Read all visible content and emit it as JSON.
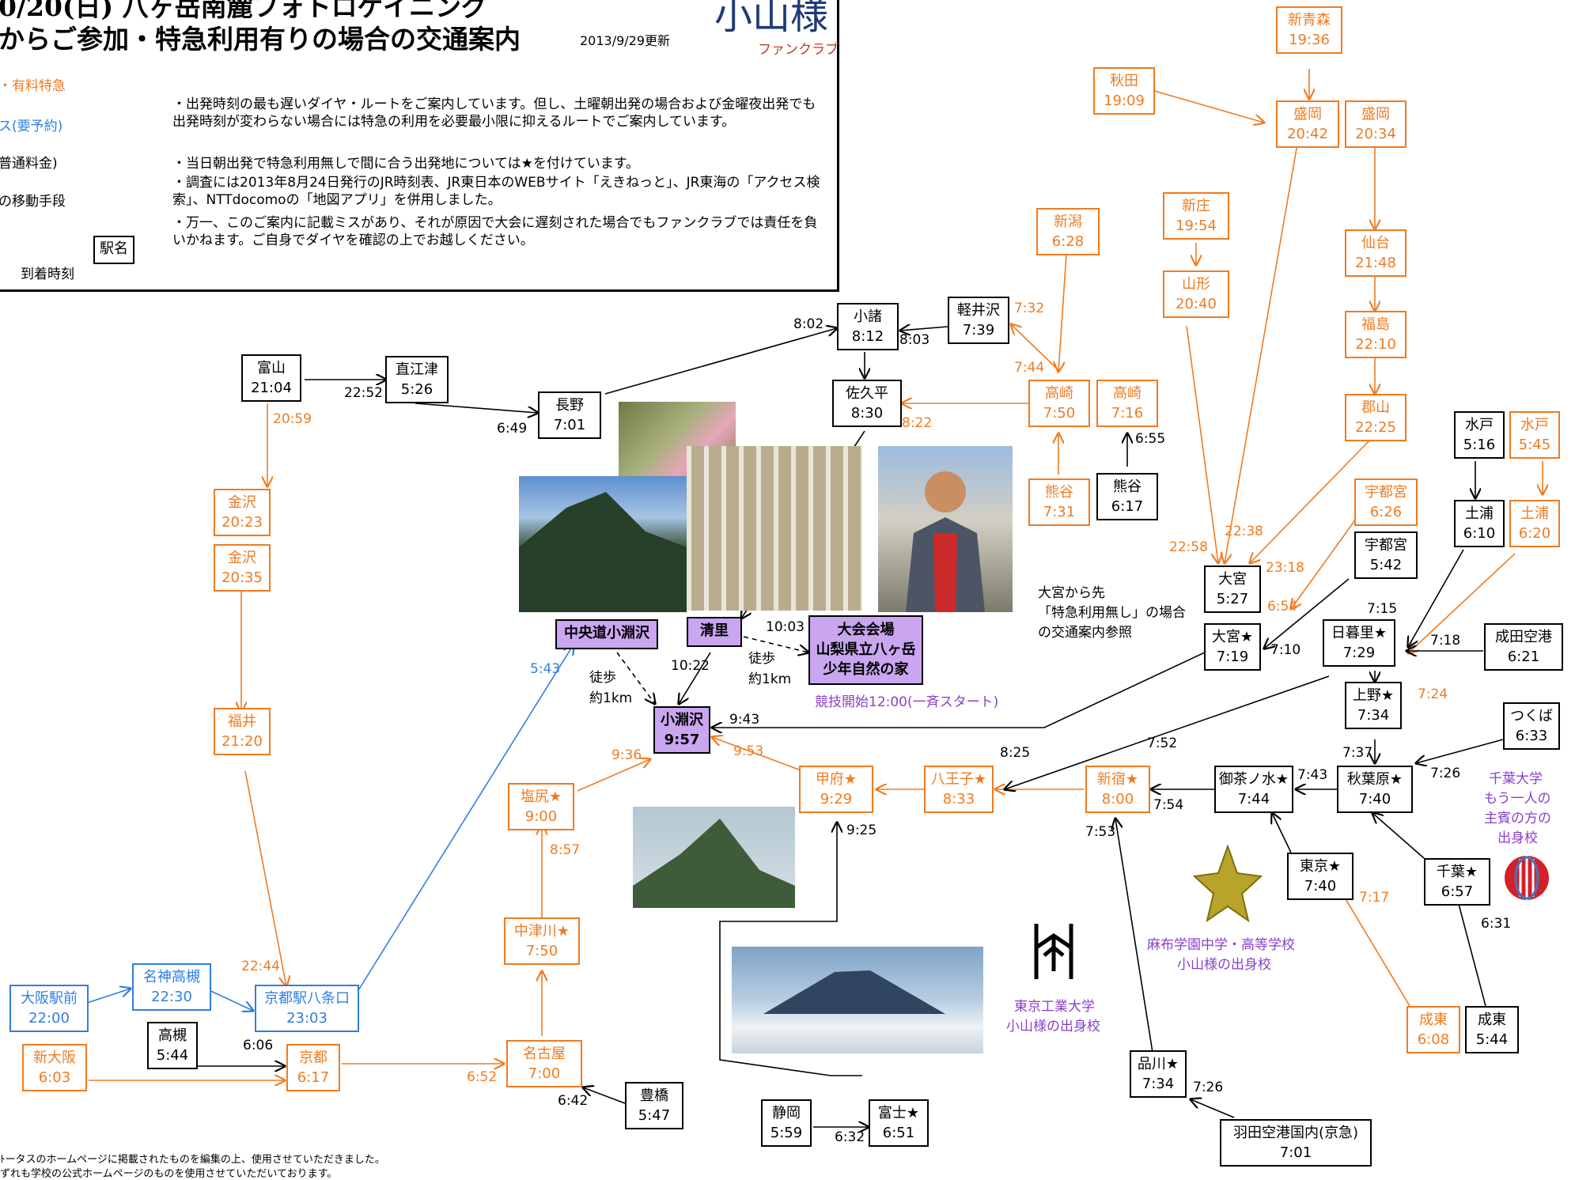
{
  "header": {
    "title_line1": "0/20(日) 八ヶ岳南麓フォトロゲイニング",
    "title_line2": "からご参加・特急利用有りの場合の交通案内",
    "updated": "2013/9/29更新",
    "brand": "小山様",
    "brand_sub": "ファンクラブ",
    "legend": [
      "・有料特急",
      "ス(要予約)",
      "普通料金)",
      "の移動手段"
    ],
    "legend_arrive": "到着時刻",
    "legend_station": "駅名",
    "notes": [
      "・出発時刻の最も遅いダイヤ・ルートをご案内しています。但し、土曜朝出発の場合および金曜夜出発でも出発時刻が変わらない場合には特急の利用を必要最小限に抑えるルートでご案内しています。",
      "・当日朝出発で特急利用無しで間に合う出発地については★を付けています。",
      "・調査には2013年8月24日発行のJR時刻表、JR東日本のWEBサイト「えきねっと」、JR東海の「アクセス検索」、NTTdocomoの「地図アプリ」を併用しました。",
      "・万一、このご案内に記載ミスがあり、それが原因で大会に遅刻された場合でもファンクラブでは責任を負いかねます。ご自身でダイヤを確認の上でお越しください。"
    ]
  },
  "colors": {
    "orange": "#f07b20",
    "blue": "#2f7fe0",
    "purple_fill": "#c9a6ef",
    "purple_text": "#8a3fc9"
  },
  "stations": {
    "shinaomori": {
      "name": "新青森",
      "time": "19:36"
    },
    "akita": {
      "name": "秋田",
      "time": "19:09"
    },
    "morioka1": {
      "name": "盛岡",
      "time": "20:42"
    },
    "morioka2": {
      "name": "盛岡",
      "time": "20:34"
    },
    "niigata": {
      "name": "新潟",
      "time": "6:28"
    },
    "shinjo": {
      "name": "新庄",
      "time": "19:54"
    },
    "sendai": {
      "name": "仙台",
      "time": "21:48"
    },
    "yamagata": {
      "name": "山形",
      "time": "20:40"
    },
    "fukushima": {
      "name": "福島",
      "time": "22:10"
    },
    "karuizawa": {
      "name": "軽井沢",
      "time": "7:39"
    },
    "komoro": {
      "name": "小諸",
      "time": "8:12"
    },
    "sakudaira": {
      "name": "佐久平",
      "time": "8:30"
    },
    "toyama": {
      "name": "富山",
      "time": "21:04"
    },
    "naoetsu": {
      "name": "直江津",
      "time": "5:26"
    },
    "nagano": {
      "name": "長野",
      "time": "7:01"
    },
    "takasaki1": {
      "name": "高崎",
      "time": "7:50"
    },
    "takasaki2": {
      "name": "高崎",
      "time": "7:16"
    },
    "koriyama": {
      "name": "郡山",
      "time": "22:25"
    },
    "mito1": {
      "name": "水戸",
      "time": "5:16"
    },
    "mito2": {
      "name": "水戸",
      "time": "5:45"
    },
    "kumagaya1": {
      "name": "熊谷",
      "time": "7:31"
    },
    "kumagaya2": {
      "name": "熊谷",
      "time": "6:17"
    },
    "kanazawa1": {
      "name": "金沢",
      "time": "20:23"
    },
    "kanazawa2": {
      "name": "金沢",
      "time": "20:35"
    },
    "utsunomiya1": {
      "name": "宇都宮",
      "time": "6:26"
    },
    "tsuchiura1": {
      "name": "土浦",
      "time": "6:10"
    },
    "tsuchiura2": {
      "name": "土浦",
      "time": "6:20"
    },
    "utsunomiya2": {
      "name": "宇都宮",
      "time": "5:42"
    },
    "omiya1": {
      "name": "大宮",
      "time": "5:27"
    },
    "omiya2": {
      "name": "大宮★",
      "time": "7:19"
    },
    "nippori": {
      "name": "日暮里★",
      "time": "7:29"
    },
    "narita": {
      "name": "成田空港",
      "time": "6:21"
    },
    "ueno": {
      "name": "上野★",
      "time": "7:34"
    },
    "tsukuba": {
      "name": "つくば",
      "time": "6:33"
    },
    "fukui": {
      "name": "福井",
      "time": "21:20"
    },
    "kofu": {
      "name": "甲府★",
      "time": "9:29"
    },
    "hachioji": {
      "name": "八王子★",
      "time": "8:33"
    },
    "shinjuku": {
      "name": "新宿★",
      "time": "8:00"
    },
    "ochanomizu": {
      "name": "御茶ノ水★",
      "time": "7:44"
    },
    "akihabara": {
      "name": "秋葉原★",
      "time": "7:40"
    },
    "shiojiri": {
      "name": "塩尻★",
      "time": "9:00"
    },
    "tokyo": {
      "name": "東京★",
      "time": "7:40"
    },
    "chiba": {
      "name": "千葉★",
      "time": "6:57"
    },
    "nakatsugawa": {
      "name": "中津川★",
      "time": "7:50"
    },
    "osakaekimae": {
      "name": "大阪駅前",
      "time": "22:00"
    },
    "meishin": {
      "name": "名神高槻",
      "time": "22:30"
    },
    "kyotohachijo": {
      "name": "京都駅八条口",
      "time": "23:03"
    },
    "takatsuki": {
      "name": "高槻",
      "time": "5:44"
    },
    "shinosaka": {
      "name": "新大阪",
      "time": "6:03"
    },
    "kyoto": {
      "name": "京都",
      "time": "6:17"
    },
    "nagoya": {
      "name": "名古屋",
      "time": "7:00"
    },
    "toyohashi": {
      "name": "豊橋",
      "time": "5:47"
    },
    "naruto1": {
      "name": "成東",
      "time": "6:08"
    },
    "naruto2": {
      "name": "成東",
      "time": "5:44"
    },
    "shinagawa": {
      "name": "品川★",
      "time": "7:34"
    },
    "shizuoka": {
      "name": "静岡",
      "time": "5:59"
    },
    "fuji": {
      "name": "富士★",
      "time": "6:51"
    },
    "haneda": {
      "name": "羽田空港国内(京急)",
      "time": "7:01"
    }
  },
  "destinations": {
    "chuo_kobuchizawa": "中央道小淵沢",
    "kiyosato": "清里",
    "kobuchizawa": {
      "name": "小淵沢",
      "time": "9:57"
    },
    "venue": [
      "大会会場",
      "山梨県立八ヶ岳",
      "少年自然の家"
    ],
    "start_note": "競技開始12:00(一斉スタート)"
  },
  "labels": {
    "walk1": "徒歩",
    "walk1_dist": "約1km",
    "walk2": "徒歩",
    "walk2_dist": "約1km",
    "omiya_note": [
      "大宮から先",
      "「特急利用無し」の場合",
      "の交通案内参照"
    ],
    "azabu": [
      "麻布学園中学・高等学校",
      "小山様の出身校"
    ],
    "titech": [
      "東京工業大学",
      "小山様の出身校"
    ],
    "chiba_univ": [
      "千葉大学",
      "もう一人の",
      "主賓の方の",
      "出身校"
    ],
    "footer1": "ﾄータスのホームページに掲載されたものを編集の上、使用させていただきました。",
    "footer2": "ずれも学校の公式ホームページのものを使用させていただいております。"
  },
  "times": {
    "t0802": "8:02",
    "t0803": "8:03",
    "t0732": "7:32",
    "t0744": "7:44",
    "t0822": "8:22",
    "t2252": "22:52",
    "t0649": "6:49",
    "t2059": "20:59",
    "t0655": "6:55",
    "t2238": "22:38",
    "t2258": "22:58",
    "t2318": "23:18",
    "t0654": "6:54",
    "t0715": "7:15",
    "t0718": "7:18",
    "t0710": "7:10",
    "t0724": "7:24",
    "t1003": "10:03",
    "t1022": "10:22",
    "t0543": "5:43",
    "t0943": "9:43",
    "t0936": "9:36",
    "t0953": "9:53",
    "t0825": "8:25",
    "t0752": "7:52",
    "t0737": "7:37",
    "t0743": "7:43",
    "t0726": "7:26",
    "t0754": "7:54",
    "t0753": "7:53",
    "t0925": "9:25",
    "t0857": "8:57",
    "t0717": "7:17",
    "t0631": "6:31",
    "t2244": "22:44",
    "t0606": "6:06",
    "t0652": "6:52",
    "t0642": "6:42",
    "t0632": "6:32",
    "t0726b": "7:26"
  }
}
